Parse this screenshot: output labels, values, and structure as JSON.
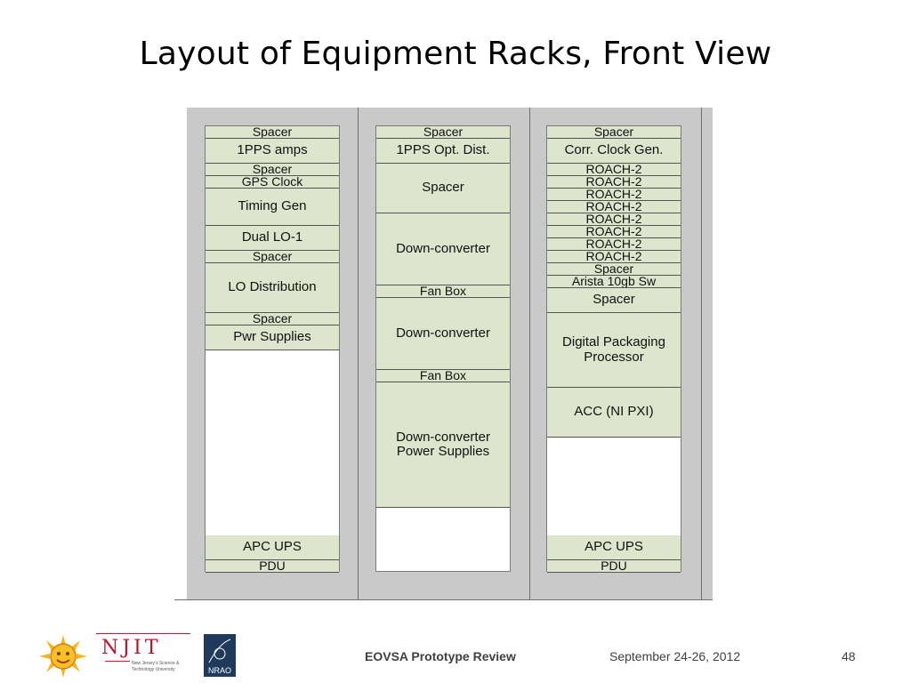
{
  "title": "Layout of Equipment Racks, Front View",
  "racks": [
    {
      "slots": [
        "Spacer",
        "1PPS amps",
        "Spacer",
        "GPS Clock",
        "Timing Gen",
        "Dual LO-1",
        "Spacer",
        "LO Distribution",
        "Spacer",
        "Pwr Supplies",
        "",
        "APC UPS",
        "PDU"
      ]
    },
    {
      "slots": [
        "Spacer",
        "1PPS Opt. Dist.",
        "Spacer",
        "Down-converter",
        "Fan Box",
        "Down-converter",
        "Fan Box",
        "Down-converter\nPower Supplies",
        ""
      ]
    },
    {
      "slots": [
        "Spacer",
        "Corr. Clock Gen.",
        "ROACH-2",
        "ROACH-2",
        "ROACH-2",
        "ROACH-2",
        "ROACH-2",
        "ROACH-2",
        "ROACH-2",
        "ROACH-2",
        "Spacer",
        "Arista 10gb Sw",
        "Spacer",
        "Digital Packaging\nProcessor",
        "ACC (NI PXI)",
        "",
        "APC UPS",
        "PDU"
      ]
    }
  ],
  "footer": {
    "presentation": "EOVSA Prototype Review",
    "date": "September 24-26, 2012",
    "page": "48"
  },
  "logos": {
    "njit_letters": "NJIT",
    "njit_subtitle_1": "New Jersey's Science &",
    "njit_subtitle_2": "Technology University",
    "nrao_letters": "NRAO"
  },
  "colors": {
    "slot_fill": "#dde5cc",
    "rack_background": "#c9c9c9",
    "njit_red": "#c8102e",
    "nrao_blue": "#1f3a5a"
  }
}
